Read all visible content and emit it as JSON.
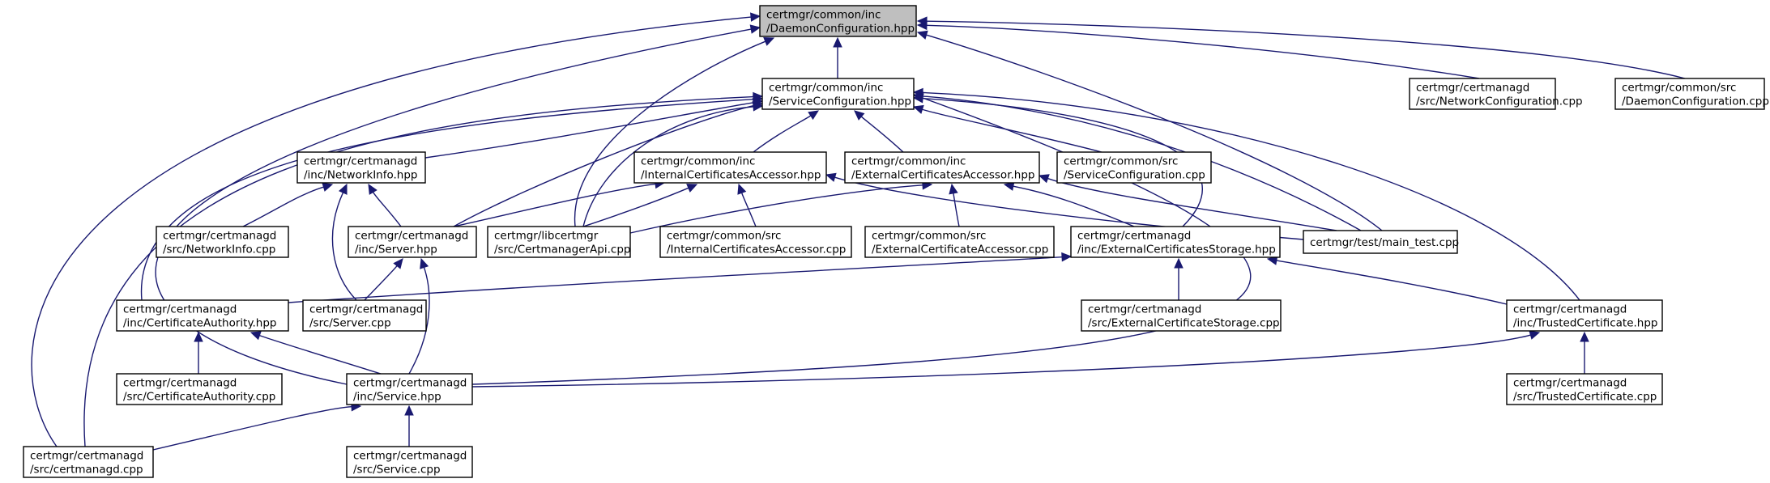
{
  "diagram": {
    "colors": {
      "edge": "#191970",
      "root_fill": "#bfbfbf",
      "node_fill": "#ffffff",
      "border": "#000000"
    },
    "nodes": [
      {
        "id": "root",
        "lines": [
          "certmgr/common/inc",
          "/DaemonConfiguration.hpp"
        ],
        "root": true
      },
      {
        "id": "svccfg",
        "lines": [
          "certmgr/common/inc",
          "/ServiceConfiguration.hpp"
        ]
      },
      {
        "id": "netcfgcpp",
        "lines": [
          "certmgr/certmanagd",
          "/src/NetworkConfiguration.cpp"
        ]
      },
      {
        "id": "daemoncfgcpp",
        "lines": [
          "certmgr/common/src",
          "/DaemonConfiguration.cpp"
        ]
      },
      {
        "id": "netinfo",
        "lines": [
          "certmgr/certmanagd",
          "/inc/NetworkInfo.hpp"
        ]
      },
      {
        "id": "intacc",
        "lines": [
          "certmgr/common/inc",
          "/InternalCertificatesAccessor.hpp"
        ]
      },
      {
        "id": "extacc",
        "lines": [
          "certmgr/common/inc",
          "/ExternalCertificatesAccessor.hpp"
        ]
      },
      {
        "id": "svccfgcpp",
        "lines": [
          "certmgr/common/src",
          "/ServiceConfiguration.cpp"
        ]
      },
      {
        "id": "netinfocpp",
        "lines": [
          "certmgr/certmanagd",
          "/src/NetworkInfo.cpp"
        ]
      },
      {
        "id": "server",
        "lines": [
          "certmgr/certmanagd",
          "/inc/Server.hpp"
        ]
      },
      {
        "id": "libapi",
        "lines": [
          "certmgr/libcertmgr",
          "/src/CertmanagerApi.cpp"
        ]
      },
      {
        "id": "intacccpp",
        "lines": [
          "certmgr/common/src",
          "/InternalCertificatesAccessor.cpp"
        ]
      },
      {
        "id": "extacccpp",
        "lines": [
          "certmgr/common/src",
          "/ExternalCertificateAccessor.cpp"
        ]
      },
      {
        "id": "extstor",
        "lines": [
          "certmgr/certmanagd",
          "/inc/ExternalCertificatesStorage.hpp"
        ]
      },
      {
        "id": "maintest",
        "lines": [
          "certmgr/test/main_test.cpp"
        ]
      },
      {
        "id": "ca",
        "lines": [
          "certmgr/certmanagd",
          "/inc/CertificateAuthority.hpp"
        ]
      },
      {
        "id": "servercpp",
        "lines": [
          "certmgr/certmanagd",
          "/src/Server.cpp"
        ]
      },
      {
        "id": "extstorcpp",
        "lines": [
          "certmgr/certmanagd",
          "/src/ExternalCertificateStorage.cpp"
        ]
      },
      {
        "id": "trusted",
        "lines": [
          "certmgr/certmanagd",
          "/inc/TrustedCertificate.hpp"
        ]
      },
      {
        "id": "cacpp",
        "lines": [
          "certmgr/certmanagd",
          "/src/CertificateAuthority.cpp"
        ]
      },
      {
        "id": "service",
        "lines": [
          "certmgr/certmanagd",
          "/inc/Service.hpp"
        ]
      },
      {
        "id": "trustedcpp",
        "lines": [
          "certmgr/certmanagd",
          "/src/TrustedCertificate.cpp"
        ]
      },
      {
        "id": "certmanagdcpp",
        "lines": [
          "certmgr/certmanagd",
          "/src/certmanagd.cpp"
        ]
      },
      {
        "id": "servicecpp",
        "lines": [
          "certmgr/certmanagd",
          "/src/Service.cpp"
        ]
      }
    ],
    "edges": [
      {
        "from": "svccfg",
        "to": "root"
      },
      {
        "from": "netcfgcpp",
        "to": "root"
      },
      {
        "from": "daemoncfgcpp",
        "to": "root"
      },
      {
        "from": "libapi",
        "to": "root"
      },
      {
        "from": "maintest",
        "to": "root"
      },
      {
        "from": "service",
        "to": "root"
      },
      {
        "from": "certmanagdcpp",
        "to": "root"
      },
      {
        "from": "netinfo",
        "to": "svccfg"
      },
      {
        "from": "intacc",
        "to": "svccfg"
      },
      {
        "from": "extacc",
        "to": "svccfg"
      },
      {
        "from": "svccfgcpp",
        "to": "svccfg"
      },
      {
        "from": "server",
        "to": "svccfg"
      },
      {
        "from": "libapi",
        "to": "svccfg"
      },
      {
        "from": "extstor",
        "to": "svccfg"
      },
      {
        "from": "maintest",
        "to": "svccfg"
      },
      {
        "from": "ca",
        "to": "svccfg"
      },
      {
        "from": "trusted",
        "to": "svccfg"
      },
      {
        "from": "service",
        "to": "svccfg"
      },
      {
        "from": "certmanagdcpp",
        "to": "svccfg"
      },
      {
        "from": "netinfocpp",
        "to": "netinfo"
      },
      {
        "from": "server",
        "to": "netinfo"
      },
      {
        "from": "servercpp",
        "to": "netinfo"
      },
      {
        "from": "server",
        "to": "intacc"
      },
      {
        "from": "libapi",
        "to": "intacc"
      },
      {
        "from": "intacccpp",
        "to": "intacc"
      },
      {
        "from": "maintest",
        "to": "intacc"
      },
      {
        "from": "libapi",
        "to": "extacc"
      },
      {
        "from": "extacccpp",
        "to": "extacc"
      },
      {
        "from": "extstor",
        "to": "extacc"
      },
      {
        "from": "maintest",
        "to": "extacc"
      },
      {
        "from": "servercpp",
        "to": "server"
      },
      {
        "from": "service",
        "to": "server"
      },
      {
        "from": "ca",
        "to": "extstor"
      },
      {
        "from": "extstorcpp",
        "to": "extstor"
      },
      {
        "from": "trusted",
        "to": "extstor"
      },
      {
        "from": "cacpp",
        "to": "ca"
      },
      {
        "from": "service",
        "to": "ca"
      },
      {
        "from": "service",
        "to": "trusted"
      },
      {
        "from": "trustedcpp",
        "to": "trusted"
      },
      {
        "from": "certmanagdcpp",
        "to": "service"
      },
      {
        "from": "servicecpp",
        "to": "service"
      }
    ]
  }
}
